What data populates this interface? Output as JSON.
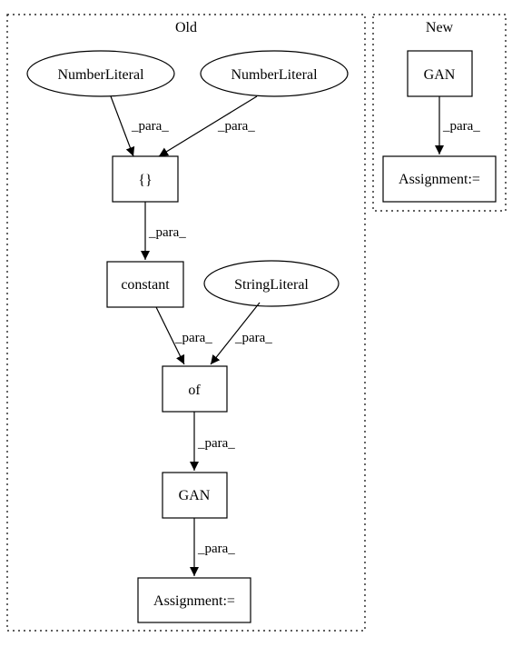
{
  "clusters": {
    "old": {
      "label": "Old"
    },
    "new": {
      "label": "New"
    }
  },
  "nodes": {
    "old_numlit_1": {
      "label": "NumberLiteral",
      "shape": "ellipse"
    },
    "old_numlit_2": {
      "label": "NumberLiteral",
      "shape": "ellipse"
    },
    "old_braces": {
      "label": "{}",
      "shape": "box"
    },
    "old_constant": {
      "label": "constant",
      "shape": "box"
    },
    "old_strlit": {
      "label": "StringLiteral",
      "shape": "ellipse"
    },
    "old_of": {
      "label": "of",
      "shape": "box"
    },
    "old_gan": {
      "label": "GAN",
      "shape": "box"
    },
    "old_assignment": {
      "label": "Assignment:=",
      "shape": "box"
    },
    "new_gan": {
      "label": "GAN",
      "shape": "box"
    },
    "new_assignment": {
      "label": "Assignment:=",
      "shape": "box"
    }
  },
  "edges": {
    "e1": {
      "from": "old_numlit_1",
      "to": "old_braces",
      "label": "_para_"
    },
    "e2": {
      "from": "old_numlit_2",
      "to": "old_braces",
      "label": "_para_"
    },
    "e3": {
      "from": "old_braces",
      "to": "old_constant",
      "label": "_para_"
    },
    "e4": {
      "from": "old_constant",
      "to": "old_of",
      "label": "_para_"
    },
    "e5": {
      "from": "old_strlit",
      "to": "old_of",
      "label": "_para_"
    },
    "e6": {
      "from": "old_of",
      "to": "old_gan",
      "label": "_para_"
    },
    "e7": {
      "from": "old_gan",
      "to": "old_assignment",
      "label": "_para_"
    },
    "e8": {
      "from": "new_gan",
      "to": "new_assignment",
      "label": "_para_"
    }
  }
}
